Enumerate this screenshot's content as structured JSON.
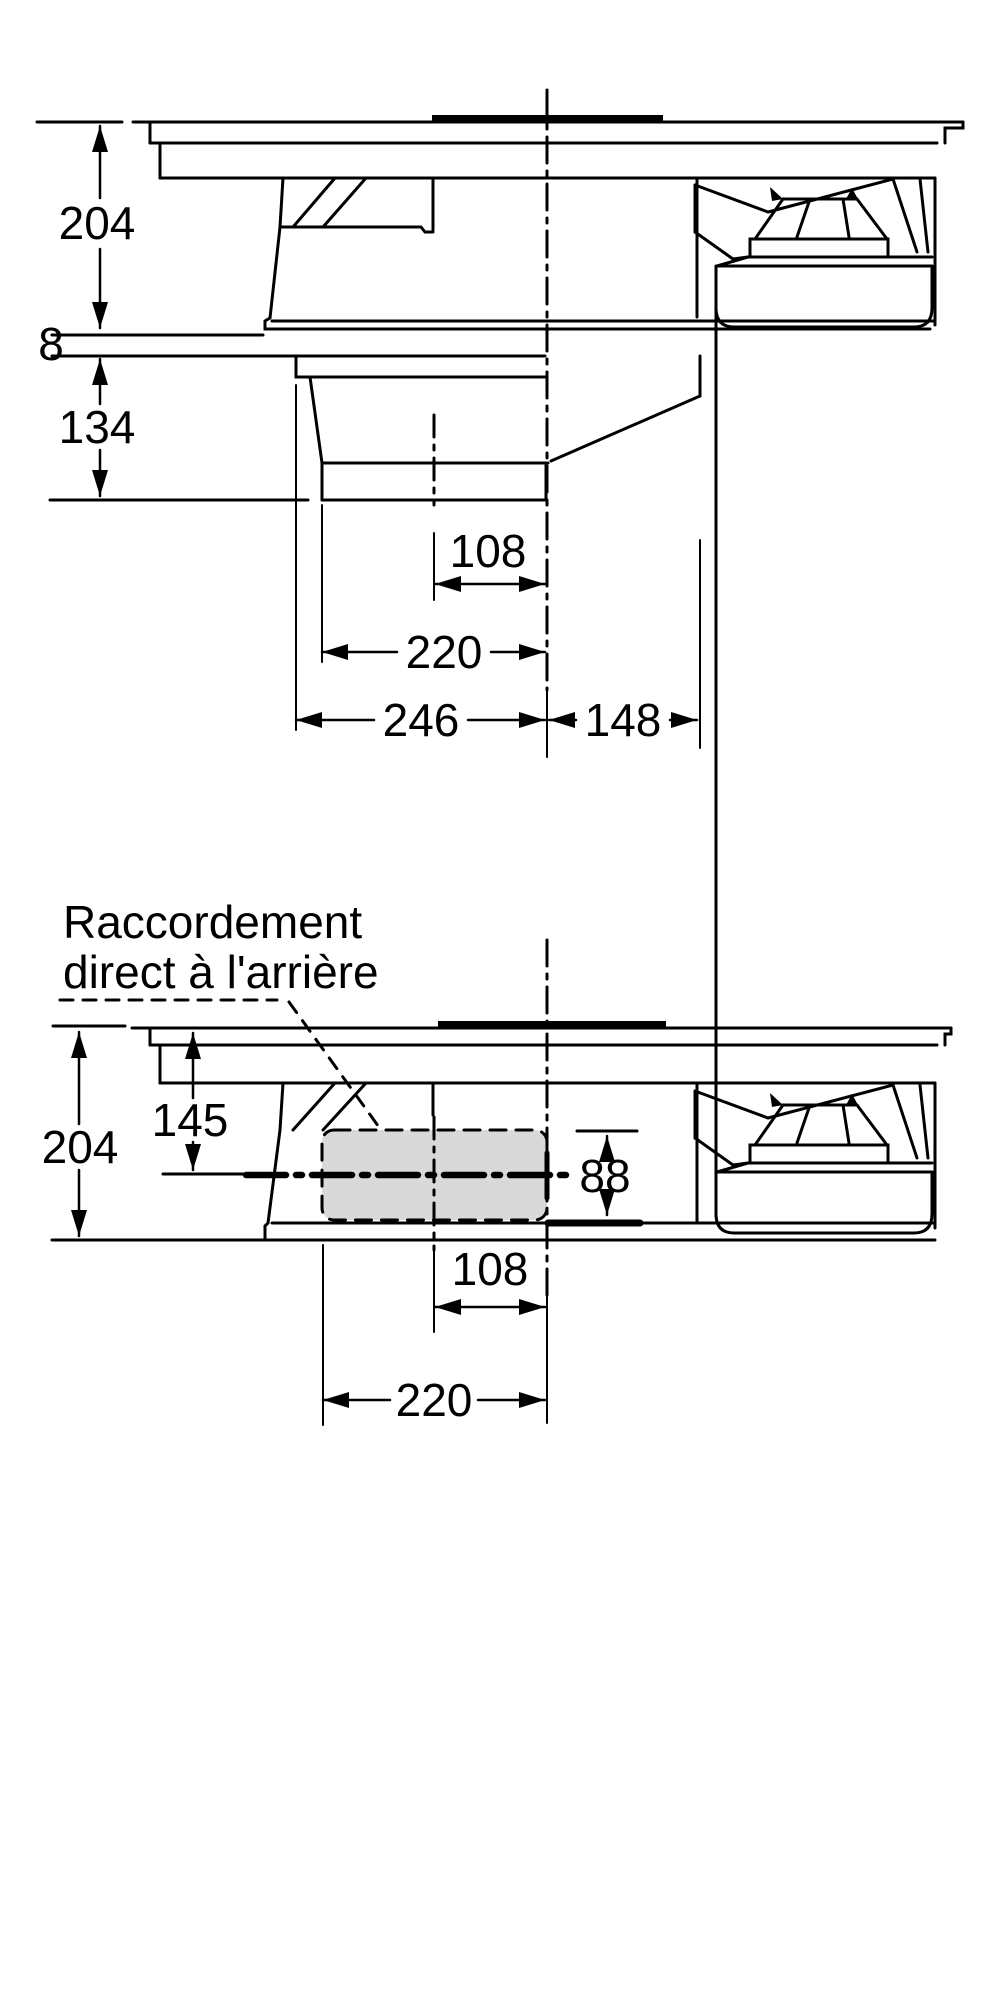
{
  "drawing": {
    "background": "#ffffff",
    "line_color": "#000000",
    "highlight_fill": "#d9d9d9",
    "views": {
      "top": {
        "name": "side-section-with-downdraft-duct",
        "dims": {
          "d204": "204",
          "d8": "8",
          "d134": "134",
          "d108": "108",
          "d220": "220",
          "d246": "246",
          "d148": "148"
        }
      },
      "bottom": {
        "name": "side-section-direct-rear-connection",
        "annotation": {
          "line1": "Raccordement",
          "line2": "direct à l'arrière"
        },
        "dims": {
          "d204": "204",
          "d145": "145",
          "d88": "88",
          "d108": "108",
          "d220": "220"
        }
      }
    }
  }
}
